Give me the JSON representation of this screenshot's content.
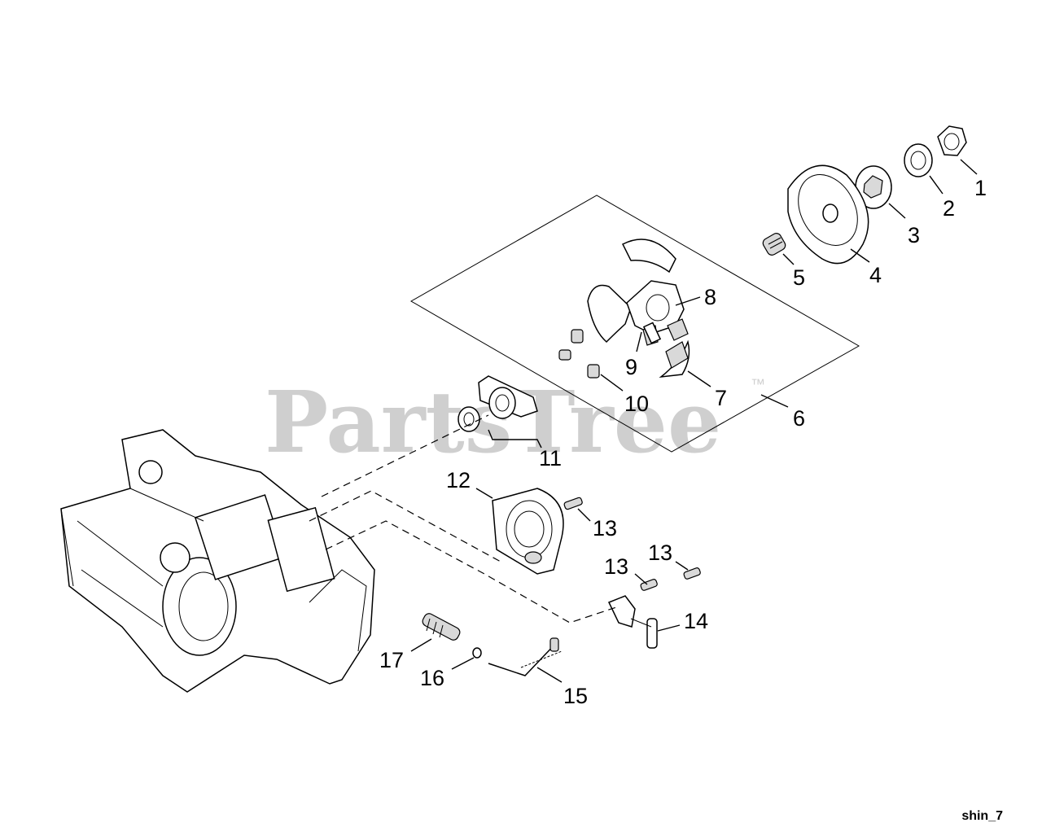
{
  "watermark": {
    "text": "PartsTree",
    "trademark": "™"
  },
  "diagram_code": "shin_7",
  "callouts": [
    "1",
    "2",
    "3",
    "4",
    "5",
    "6",
    "7",
    "8",
    "9",
    "10",
    "11",
    "12",
    "13",
    "13",
    "13",
    "14",
    "15",
    "16",
    "17"
  ]
}
